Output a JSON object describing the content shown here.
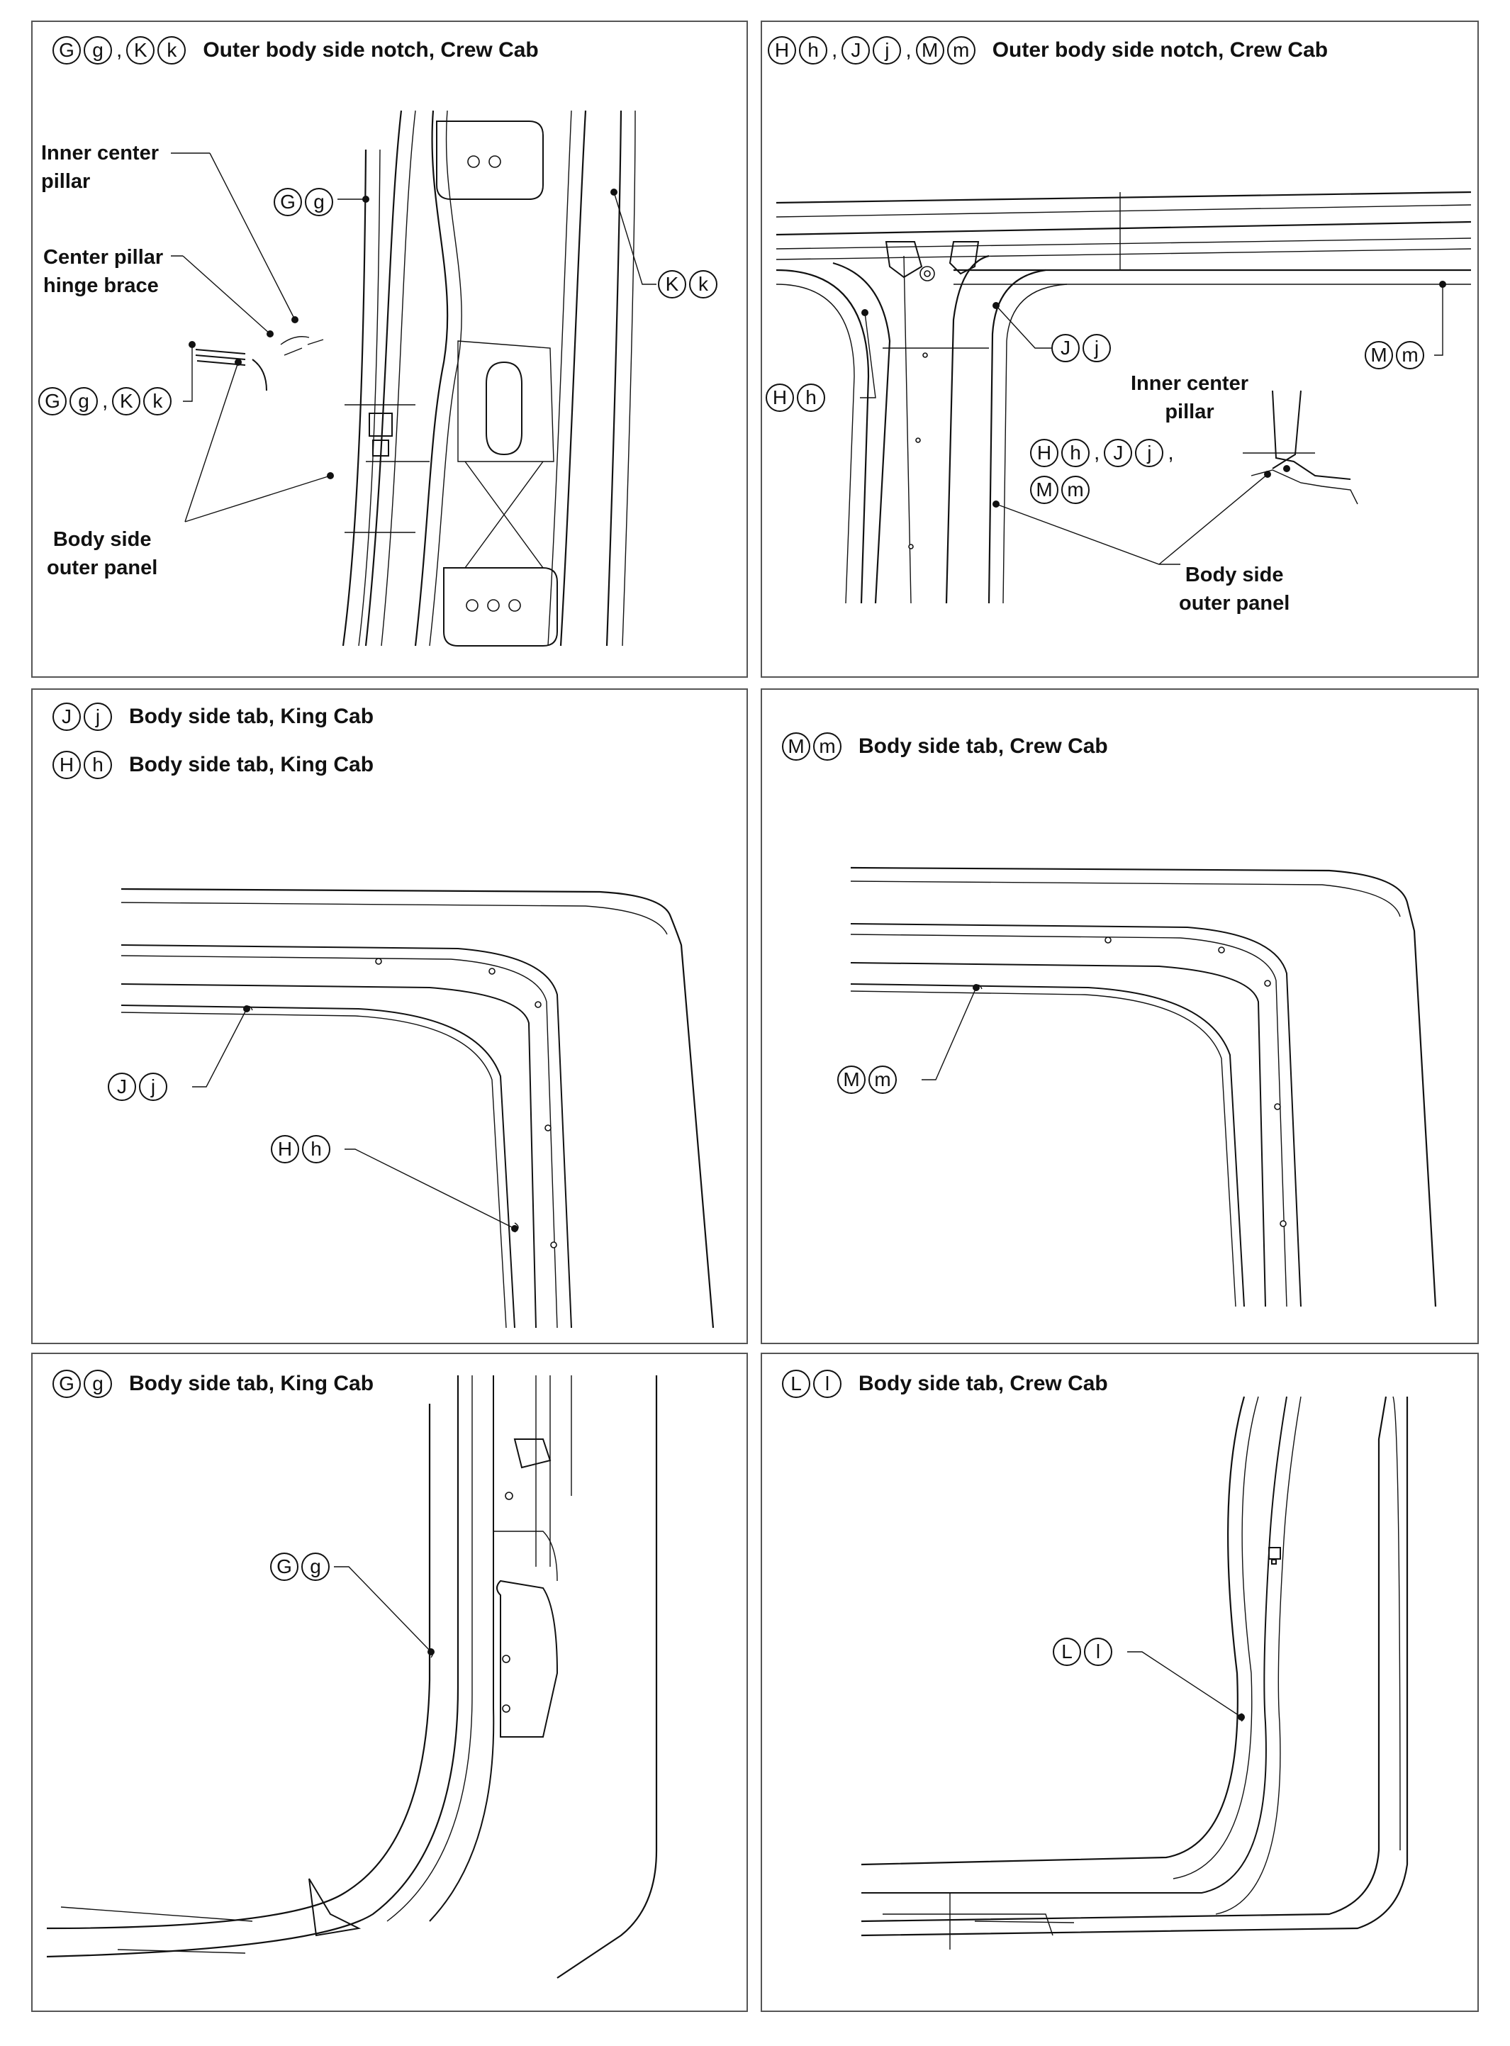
{
  "panels": {
    "p1": {
      "header_codes": [
        "G",
        "g",
        "K",
        "k"
      ],
      "header_sep": ",",
      "title": "Outer body side notch, Crew Cab",
      "labels": {
        "inner_center_pillar": "Inner center\npillar",
        "hinge_brace": "Center pillar\nhinge brace",
        "body_side_outer_panel": "Body side\nouter panel"
      },
      "callouts": {
        "gg": [
          "G",
          "g"
        ],
        "kk": [
          "K",
          "k"
        ],
        "ggkk": [
          "G",
          "g",
          "K",
          "k"
        ]
      }
    },
    "p2": {
      "header_codes": [
        "H",
        "h",
        "J",
        "j",
        "M",
        "m"
      ],
      "header_sep": ",",
      "title": "Outer body side notch, Crew Cab",
      "labels": {
        "inner_center_pillar": "Inner center\npillar",
        "body_side_outer_panel": "Body side\nouter panel"
      },
      "callouts": {
        "jj": [
          "J",
          "j"
        ],
        "mm": [
          "M",
          "m"
        ],
        "hh": [
          "H",
          "h"
        ],
        "hhjj": [
          "H",
          "h",
          "J",
          "j"
        ],
        "mm2": [
          "M",
          "m"
        ]
      }
    },
    "p3": {
      "line1_codes": [
        "J",
        "j"
      ],
      "line1_title": "Body side tab, King Cab",
      "line2_codes": [
        "H",
        "h"
      ],
      "line2_title": "Body side tab, King Cab",
      "callouts": {
        "jj": [
          "J",
          "j"
        ],
        "hh": [
          "H",
          "h"
        ]
      }
    },
    "p4": {
      "header_codes": [
        "M",
        "m"
      ],
      "title": "Body side tab, Crew Cab",
      "callouts": {
        "mm": [
          "M",
          "m"
        ]
      }
    },
    "p5": {
      "header_codes": [
        "G",
        "g"
      ],
      "title": "Body side tab, King Cab",
      "callouts": {
        "gg": [
          "G",
          "g"
        ]
      }
    },
    "p6": {
      "header_codes": [
        "L",
        "l"
      ],
      "title": "Body side tab, Crew Cab",
      "callouts": {
        "ll": [
          "L",
          "l"
        ]
      }
    }
  }
}
